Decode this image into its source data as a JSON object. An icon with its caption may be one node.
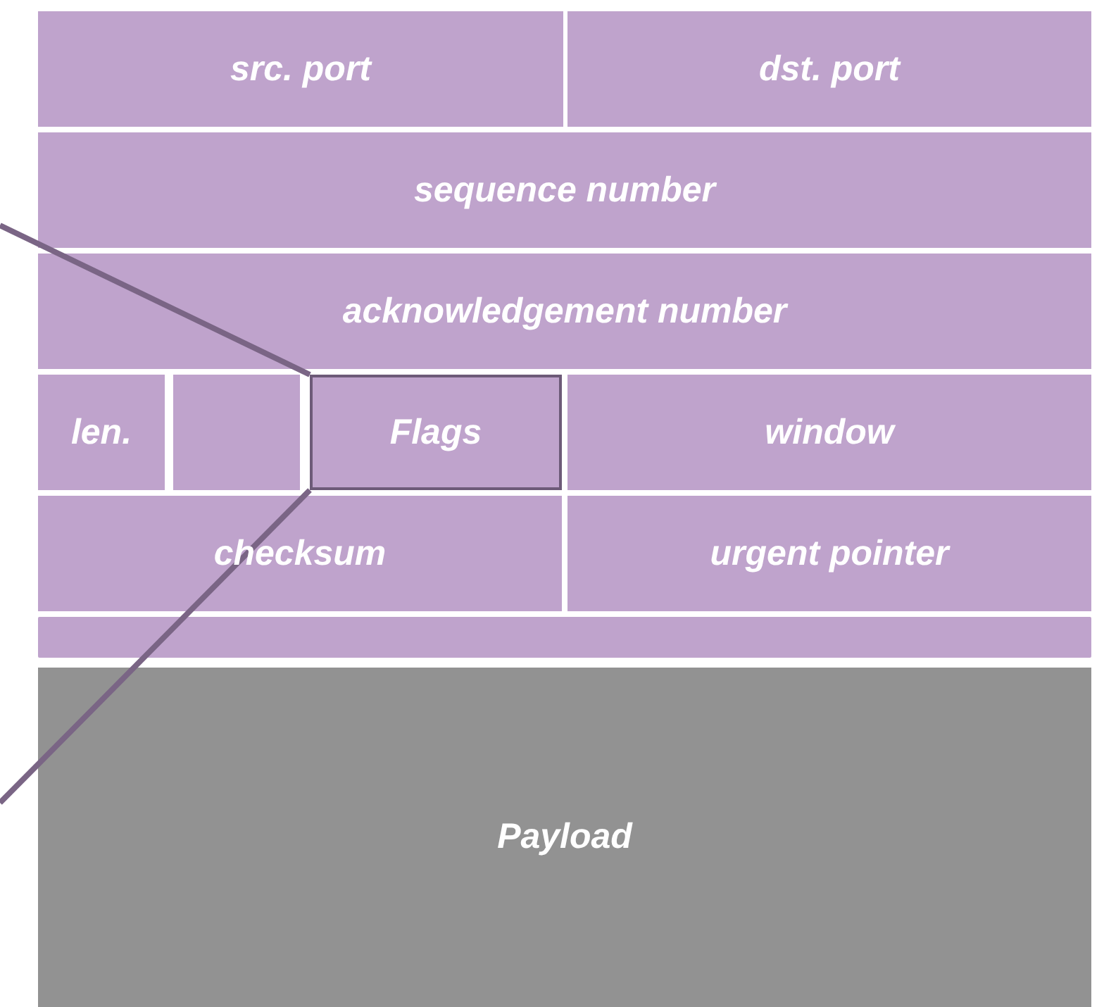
{
  "diagram": {
    "nodes": [
      {
        "text": [
          "src. port"
        ]
      },
      {
        "text": [
          "dst. port"
        ]
      },
      {
        "text": [
          "sequence number"
        ]
      },
      {
        "text": [
          "acknowledgement number"
        ]
      },
      {
        "text": [
          "len."
        ]
      },
      {
        "text": [],
        "shape": "box"
      },
      {
        "text": [
          "Flags"
        ]
      },
      {
        "text": [
          "window"
        ]
      },
      {
        "text": [
          "checksum"
        ]
      },
      {
        "text": [
          "urgent pointer"
        ]
      },
      {
        "text": [],
        "shape": "bar"
      },
      {
        "text": [
          "Payload"
        ]
      }
    ],
    "edges": [
      {
        "from": 6,
        "to": null,
        "arrow": "none"
      },
      {
        "from": 6,
        "to": null,
        "arrow": "none"
      }
    ]
  }
}
